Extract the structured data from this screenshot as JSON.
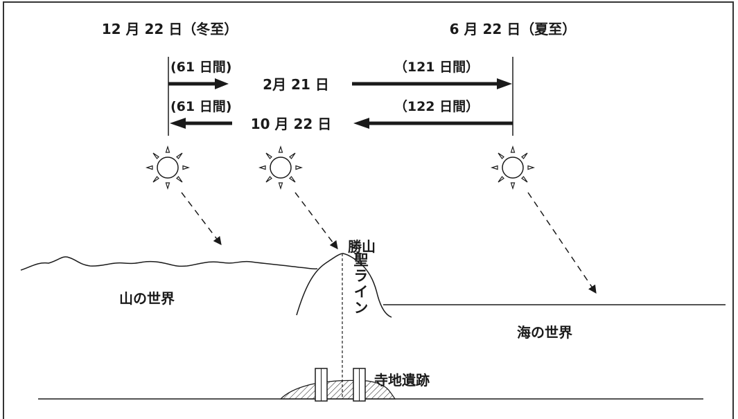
{
  "dates": {
    "winter_solstice": "12 月 22 日（冬至）",
    "summer_solstice": "6 月 22 日（夏至）",
    "feb21": "2月 21 日",
    "oct22": "10 月 22 日"
  },
  "intervals": {
    "winter_to_feb": "(61 日間)",
    "feb_to_summer": "（121 日間）",
    "oct_to_winter": "(61 日間)",
    "summer_to_oct": "（122 日間）"
  },
  "places": {
    "mountain_peak": "勝山",
    "mountain_world": "山の世界",
    "sea_world": "海の世界",
    "sacred_line": "聖ライン",
    "temple_ruins": "寺地遺跡"
  },
  "icons": {
    "sun": "sun-icon",
    "arrow": "arrow-icon"
  },
  "colors": {
    "ink": "#1a1a1a",
    "frame": "#333333",
    "background": "#ffffff"
  }
}
